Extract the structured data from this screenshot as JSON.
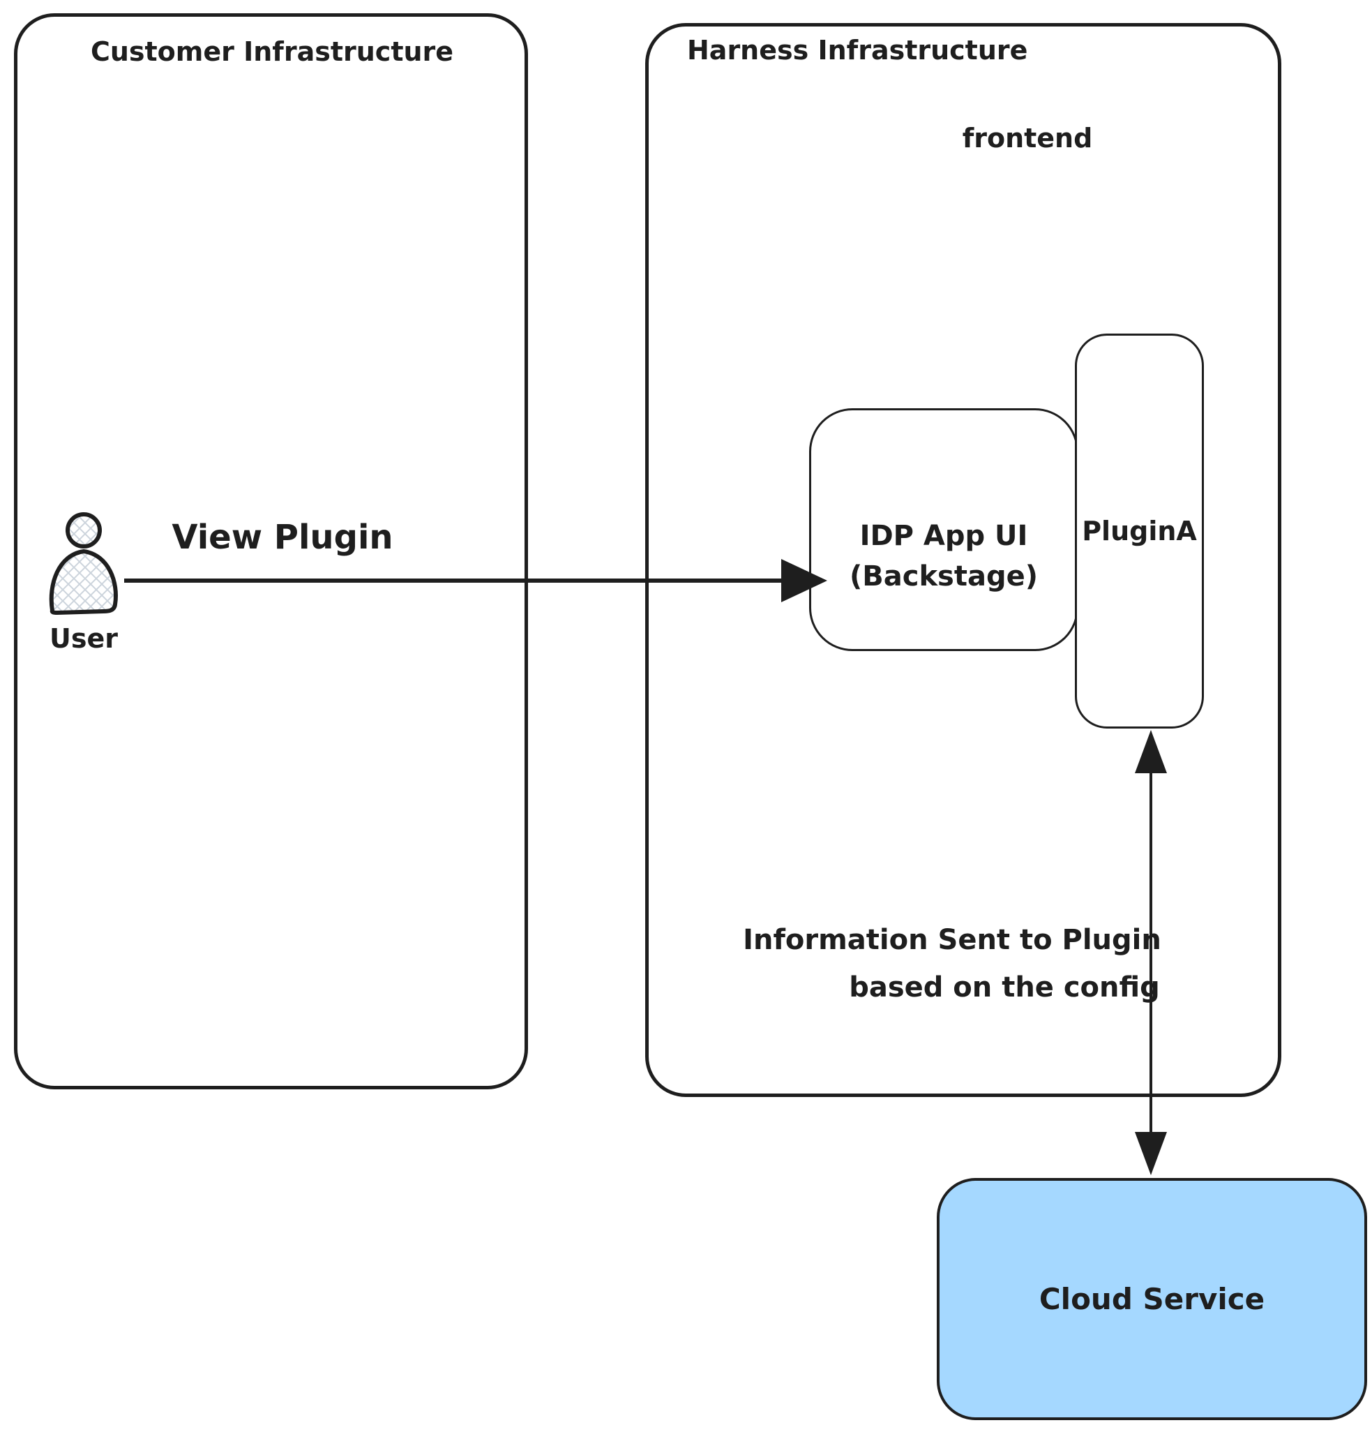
{
  "diagram": {
    "background": "#ffffff",
    "ink_color": "#1e1e1e",
    "customer_box": {
      "title": "Customer Infrastructure"
    },
    "harness_box": {
      "title": "Harness Infrastructure",
      "frontend_label": "frontend"
    },
    "idp_box": {
      "line1": "IDP App UI",
      "line2": "(Backstage)"
    },
    "plugin_box": {
      "label": "PluginA"
    },
    "cloud_box": {
      "label": "Cloud Service",
      "fill": "#a5d8ff"
    },
    "user": {
      "label": "User"
    },
    "arrows": {
      "view_plugin": {
        "label": "View Plugin"
      },
      "info_sent": {
        "label_line1": "Information Sent to Plugin",
        "label_line2": "based on the config",
        "bidirectional": true
      }
    }
  }
}
